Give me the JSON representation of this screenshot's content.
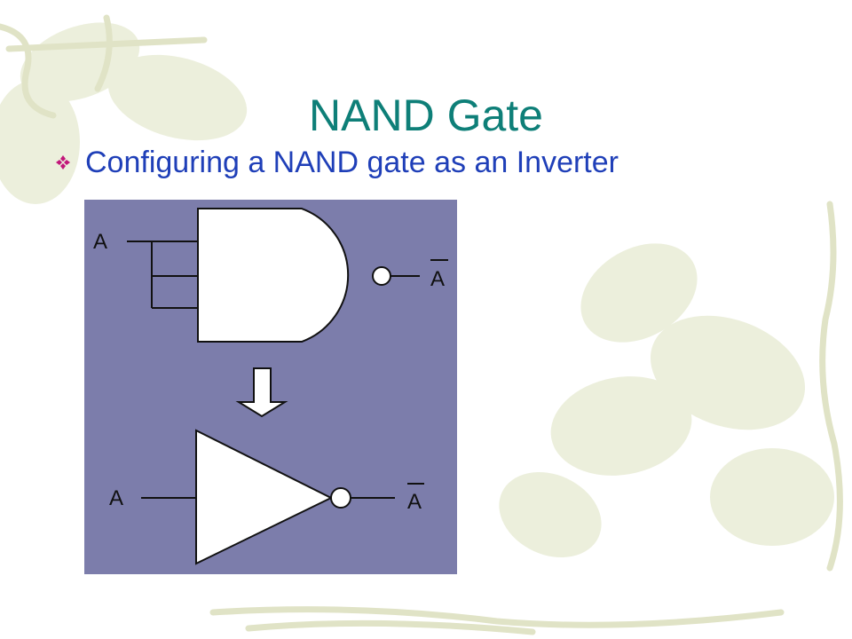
{
  "slide": {
    "title": "NAND Gate",
    "bullet": "Configuring a NAND gate as an Inverter"
  },
  "diagram": {
    "nand_input_label": "A",
    "nand_output_label": "A",
    "inverter_input_label": "A",
    "inverter_output_label": "A"
  },
  "colors": {
    "title": "#0e7f78",
    "bullet_text": "#1f3fb8",
    "bullet_icon": "#c2167a",
    "diagram_background": "#7c7dab",
    "background_leaves": "#e4e7cf"
  },
  "icons": {
    "bullet": "four-petal-diamond-icon",
    "transform_arrow": "down-arrow-icon"
  }
}
